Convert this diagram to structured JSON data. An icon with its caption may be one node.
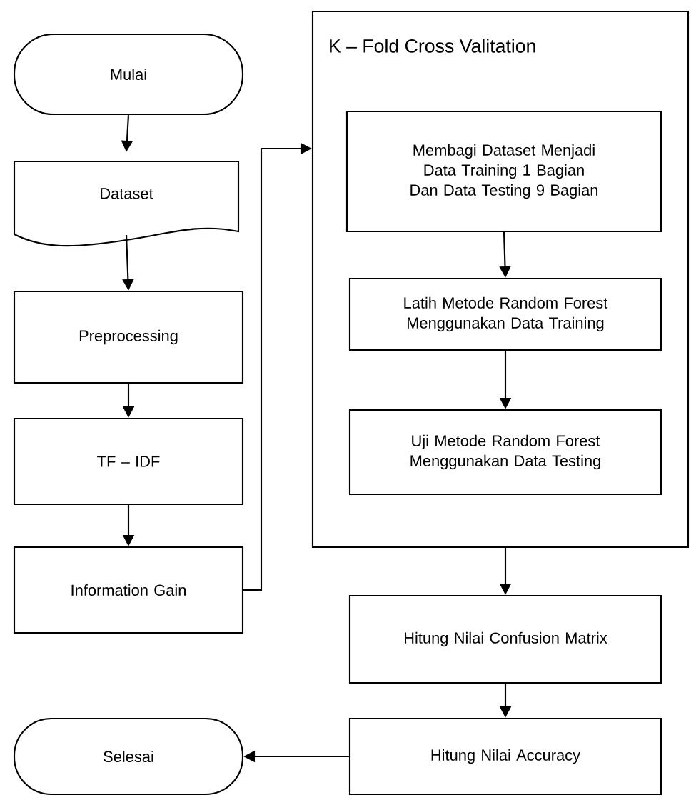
{
  "diagram": {
    "nodes": [
      {
        "text": [
          "Mulai"
        ]
      },
      {
        "text": [
          "Dataset"
        ]
      },
      {
        "text": [
          "Preprocessing"
        ]
      },
      {
        "text": [
          "TF – IDF"
        ]
      },
      {
        "text": [
          "Information Gain"
        ]
      },
      {
        "text": [
          "K – Fold Cross Valitation"
        ]
      },
      {
        "text": [
          "Membagi Dataset Menjadi Data Training 1 Bagian Dan Data Testing 9 Bagian"
        ],
        "in": 5
      },
      {
        "text": [
          "Latih Metode Random Forest Menggunakan Data Training"
        ],
        "in": 5
      },
      {
        "text": [
          "Uji Metode Random Forest Menggunakan Data Testing"
        ],
        "in": 5
      },
      {
        "text": [
          "Hitung Nilai Confusion Matrix"
        ]
      },
      {
        "text": [
          "Hitung Nilai Accuracy"
        ]
      },
      {
        "text": [
          "Selesai"
        ]
      }
    ],
    "edges": [
      {
        "from": 0,
        "to": 1,
        "arrow": "to"
      },
      {
        "from": 1,
        "to": 2,
        "arrow": "to"
      },
      {
        "from": 2,
        "to": 3,
        "arrow": "to"
      },
      {
        "from": 3,
        "to": 4,
        "arrow": "to"
      },
      {
        "from": 4,
        "to": 5,
        "arrow": "to"
      },
      {
        "from": 6,
        "to": 7,
        "arrow": "to"
      },
      {
        "from": 7,
        "to": 8,
        "arrow": "to"
      },
      {
        "from": 5,
        "to": 9,
        "arrow": "to"
      },
      {
        "from": 9,
        "to": 10,
        "arrow": "to"
      },
      {
        "from": 10,
        "to": 11,
        "arrow": "to"
      }
    ]
  }
}
